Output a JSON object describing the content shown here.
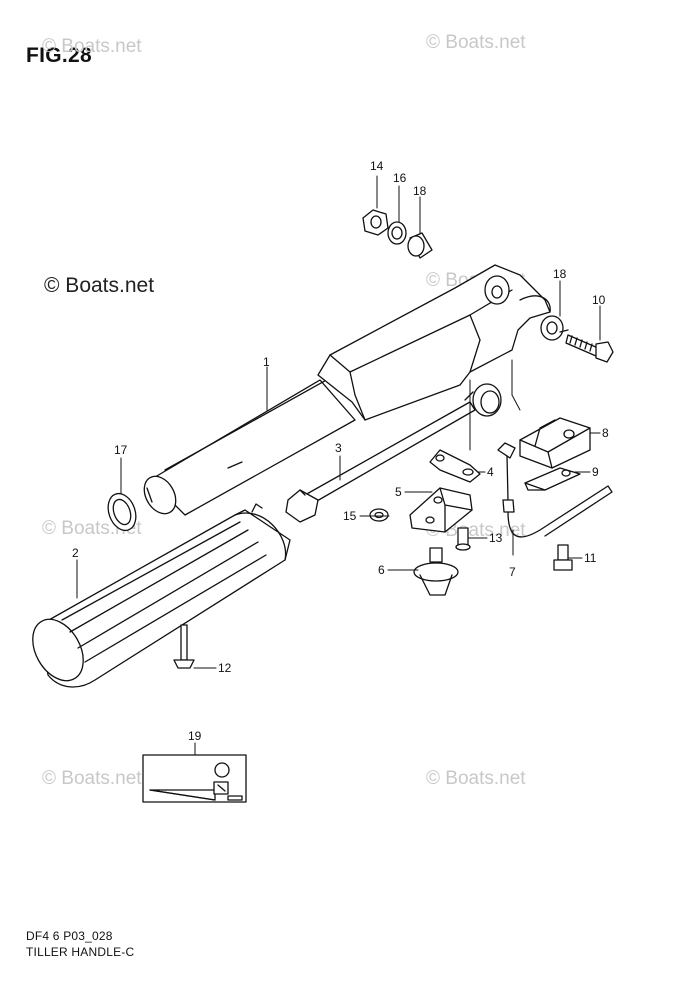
{
  "figure": {
    "title": "FIG.28"
  },
  "watermarks": {
    "primary": "© Boats.net",
    "faint": "© Boats.net"
  },
  "parts": [
    {
      "number": "1"
    },
    {
      "number": "2"
    },
    {
      "number": "3"
    },
    {
      "number": "4"
    },
    {
      "number": "5"
    },
    {
      "number": "6"
    },
    {
      "number": "7"
    },
    {
      "number": "8"
    },
    {
      "number": "9"
    },
    {
      "number": "10"
    },
    {
      "number": "11"
    },
    {
      "number": "12"
    },
    {
      "number": "13"
    },
    {
      "number": "14"
    },
    {
      "number": "15"
    },
    {
      "number": "16"
    },
    {
      "number": "17"
    },
    {
      "number": "18"
    },
    {
      "number": "18"
    },
    {
      "number": "19"
    }
  ],
  "footer": {
    "code": "DF4 6 P03_028",
    "name": "TILLER HANDLE-C"
  }
}
